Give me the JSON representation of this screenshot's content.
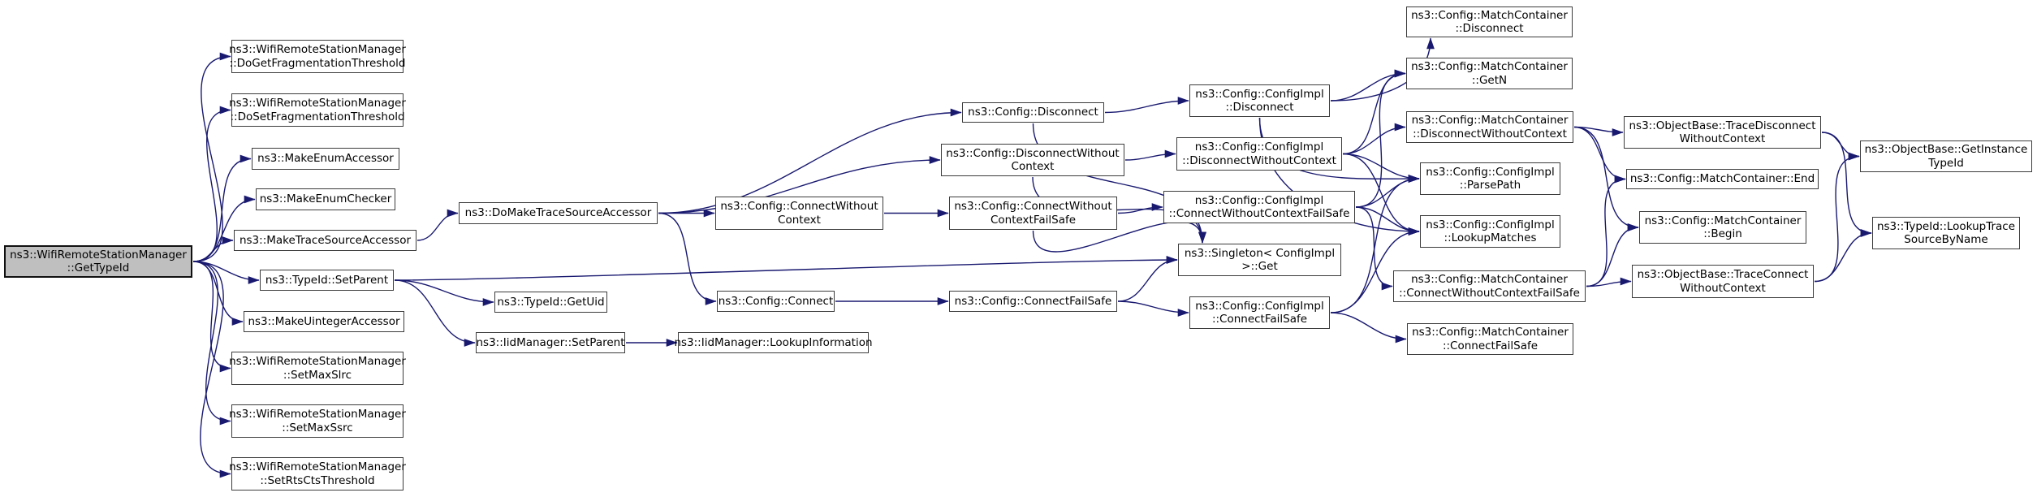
{
  "diagram": {
    "type": "doxygen-call-graph",
    "root_function": "ns3::WifiRemoteStationManager::GetTypeId",
    "colors": {
      "edge": "#191970",
      "node_fill": "#ffffff",
      "root_fill": "#bfbfbf",
      "border": "#3c3c3c"
    },
    "nodes": [
      {
        "id": "getTypeId",
        "root": true,
        "lines": [
          "ns3::WifiRemoteStationManager",
          "::GetTypeId"
        ]
      },
      {
        "id": "doGetFrag",
        "lines": [
          "ns3::WifiRemoteStationManager",
          "::DoGetFragmentationThreshold"
        ]
      },
      {
        "id": "doSetFrag",
        "lines": [
          "ns3::WifiRemoteStationManager",
          "::DoSetFragmentationThreshold"
        ]
      },
      {
        "id": "makeEnumAccessor",
        "lines": [
          "ns3::MakeEnumAccessor"
        ]
      },
      {
        "id": "makeEnumChecker",
        "lines": [
          "ns3::MakeEnumChecker"
        ]
      },
      {
        "id": "makeTraceSourceAccessor",
        "lines": [
          "ns3::MakeTraceSourceAccessor"
        ]
      },
      {
        "id": "typeIdSetParent",
        "lines": [
          "ns3::TypeId::SetParent"
        ]
      },
      {
        "id": "makeUintegerAccessor",
        "lines": [
          "ns3::MakeUintegerAccessor"
        ]
      },
      {
        "id": "setMaxSlrc",
        "lines": [
          "ns3::WifiRemoteStationManager",
          "::SetMaxSlrc"
        ]
      },
      {
        "id": "setMaxSsrc",
        "lines": [
          "ns3::WifiRemoteStationManager",
          "::SetMaxSsrc"
        ]
      },
      {
        "id": "setRtsCtsThreshold",
        "lines": [
          "ns3::WifiRemoteStationManager",
          "::SetRtsCtsThreshold"
        ]
      },
      {
        "id": "doMakeTraceSourceAccessor",
        "lines": [
          "ns3::DoMakeTraceSourceAccessor"
        ]
      },
      {
        "id": "typeIdGetUid",
        "lines": [
          "ns3::TypeId::GetUid"
        ]
      },
      {
        "id": "iidSetParent",
        "lines": [
          "ns3::IidManager::SetParent"
        ]
      },
      {
        "id": "connectWithoutContext",
        "lines": [
          "ns3::Config::ConnectWithout",
          "Context"
        ]
      },
      {
        "id": "connect",
        "lines": [
          "ns3::Config::Connect"
        ]
      },
      {
        "id": "lookupInformation",
        "lines": [
          "ns3::IidManager::LookupInformation"
        ]
      },
      {
        "id": "disconnect",
        "lines": [
          "ns3::Config::Disconnect"
        ]
      },
      {
        "id": "disconnectWithoutContext",
        "lines": [
          "ns3::Config::DisconnectWithout",
          "Context"
        ]
      },
      {
        "id": "cwcFailSafe",
        "lines": [
          "ns3::Config::ConnectWithout",
          "ContextFailSafe"
        ]
      },
      {
        "id": "connectFailSafe",
        "lines": [
          "ns3::Config::ConnectFailSafe"
        ]
      },
      {
        "id": "implDisconnect",
        "lines": [
          "ns3::Config::ConfigImpl",
          "::Disconnect"
        ]
      },
      {
        "id": "implDisconnectWC",
        "lines": [
          "ns3::Config::ConfigImpl",
          "::DisconnectWithoutContext"
        ]
      },
      {
        "id": "implCWCFailSafe",
        "lines": [
          "ns3::Config::ConfigImpl",
          "::ConnectWithoutContextFailSafe"
        ]
      },
      {
        "id": "singletonGet",
        "lines": [
          "ns3::Singleton< ConfigImpl",
          ">::Get"
        ]
      },
      {
        "id": "implConnectFailSafe",
        "lines": [
          "ns3::Config::ConfigImpl",
          "::ConnectFailSafe"
        ]
      },
      {
        "id": "mcDisconnect",
        "lines": [
          "ns3::Config::MatchContainer",
          "::Disconnect"
        ]
      },
      {
        "id": "mcGetN",
        "lines": [
          "ns3::Config::MatchContainer",
          "::GetN"
        ]
      },
      {
        "id": "mcDisconnectWC",
        "lines": [
          "ns3::Config::MatchContainer",
          "::DisconnectWithoutContext"
        ]
      },
      {
        "id": "implParsePath",
        "lines": [
          "ns3::Config::ConfigImpl",
          "::ParsePath"
        ]
      },
      {
        "id": "implLookupMatches",
        "lines": [
          "ns3::Config::ConfigImpl",
          "::LookupMatches"
        ]
      },
      {
        "id": "mcCWCFailSafe",
        "lines": [
          "ns3::Config::MatchContainer",
          "::ConnectWithoutContextFailSafe"
        ]
      },
      {
        "id": "mcConnectFailSafe",
        "lines": [
          "ns3::Config::MatchContainer",
          "::ConnectFailSafe"
        ]
      },
      {
        "id": "traceDisconnectWC",
        "lines": [
          "ns3::ObjectBase::TraceDisconnect",
          "WithoutContext"
        ]
      },
      {
        "id": "mcEnd",
        "lines": [
          "ns3::Config::MatchContainer::End"
        ]
      },
      {
        "id": "mcBegin",
        "lines": [
          "ns3::Config::MatchContainer",
          "::Begin"
        ]
      },
      {
        "id": "traceConnectWC",
        "lines": [
          "ns3::ObjectBase::TraceConnect",
          "WithoutContext"
        ]
      },
      {
        "id": "getInstanceTypeId",
        "lines": [
          "ns3::ObjectBase::GetInstance",
          "TypeId"
        ]
      },
      {
        "id": "lookupTraceSourceByName",
        "lines": [
          "ns3::TypeId::LookupTrace",
          "SourceByName"
        ]
      }
    ],
    "edges": [
      {
        "from": "getTypeId",
        "to": "doGetFrag"
      },
      {
        "from": "getTypeId",
        "to": "doSetFrag"
      },
      {
        "from": "getTypeId",
        "to": "makeEnumAccessor"
      },
      {
        "from": "getTypeId",
        "to": "makeEnumChecker"
      },
      {
        "from": "getTypeId",
        "to": "makeTraceSourceAccessor"
      },
      {
        "from": "getTypeId",
        "to": "typeIdSetParent"
      },
      {
        "from": "getTypeId",
        "to": "makeUintegerAccessor"
      },
      {
        "from": "getTypeId",
        "to": "setMaxSlrc"
      },
      {
        "from": "getTypeId",
        "to": "setMaxSsrc"
      },
      {
        "from": "getTypeId",
        "to": "setRtsCtsThreshold"
      },
      {
        "from": "makeTraceSourceAccessor",
        "to": "doMakeTraceSourceAccessor"
      },
      {
        "from": "typeIdSetParent",
        "to": "typeIdGetUid"
      },
      {
        "from": "typeIdSetParent",
        "to": "iidSetParent"
      },
      {
        "from": "typeIdSetParent",
        "to": "singletonGet"
      },
      {
        "from": "iidSetParent",
        "to": "lookupInformation"
      },
      {
        "from": "doMakeTraceSourceAccessor",
        "to": "connectWithoutContext"
      },
      {
        "from": "doMakeTraceSourceAccessor",
        "to": "connect"
      },
      {
        "from": "doMakeTraceSourceAccessor",
        "to": "disconnect"
      },
      {
        "from": "doMakeTraceSourceAccessor",
        "to": "disconnectWithoutContext"
      },
      {
        "from": "connectWithoutContext",
        "to": "cwcFailSafe"
      },
      {
        "from": "connect",
        "to": "connectFailSafe"
      },
      {
        "from": "disconnect",
        "to": "implDisconnect"
      },
      {
        "from": "disconnect",
        "to": "singletonGet"
      },
      {
        "from": "disconnectWithoutContext",
        "to": "implDisconnectWC"
      },
      {
        "from": "disconnectWithoutContext",
        "to": "singletonGet"
      },
      {
        "from": "cwcFailSafe",
        "to": "implCWCFailSafe"
      },
      {
        "from": "cwcFailSafe",
        "to": "singletonGet"
      },
      {
        "from": "connectFailSafe",
        "to": "implConnectFailSafe"
      },
      {
        "from": "connectFailSafe",
        "to": "singletonGet"
      },
      {
        "from": "implDisconnect",
        "to": "mcDisconnect"
      },
      {
        "from": "implDisconnect",
        "to": "mcGetN"
      },
      {
        "from": "implDisconnect",
        "to": "implParsePath"
      },
      {
        "from": "implDisconnect",
        "to": "implLookupMatches"
      },
      {
        "from": "implDisconnectWC",
        "to": "mcDisconnectWC"
      },
      {
        "from": "implDisconnectWC",
        "to": "mcGetN"
      },
      {
        "from": "implDisconnectWC",
        "to": "implParsePath"
      },
      {
        "from": "implDisconnectWC",
        "to": "implLookupMatches"
      },
      {
        "from": "implCWCFailSafe",
        "to": "mcCWCFailSafe"
      },
      {
        "from": "implCWCFailSafe",
        "to": "mcGetN"
      },
      {
        "from": "implCWCFailSafe",
        "to": "implParsePath"
      },
      {
        "from": "implCWCFailSafe",
        "to": "implLookupMatches"
      },
      {
        "from": "implConnectFailSafe",
        "to": "mcConnectFailSafe"
      },
      {
        "from": "implConnectFailSafe",
        "to": "implParsePath"
      },
      {
        "from": "implConnectFailSafe",
        "to": "implLookupMatches"
      },
      {
        "from": "mcDisconnectWC",
        "to": "traceDisconnectWC"
      },
      {
        "from": "mcDisconnectWC",
        "to": "mcEnd"
      },
      {
        "from": "mcDisconnectWC",
        "to": "mcBegin"
      },
      {
        "from": "mcCWCFailSafe",
        "to": "traceConnectWC"
      },
      {
        "from": "mcCWCFailSafe",
        "to": "mcEnd"
      },
      {
        "from": "mcCWCFailSafe",
        "to": "mcBegin"
      },
      {
        "from": "traceDisconnectWC",
        "to": "getInstanceTypeId"
      },
      {
        "from": "traceDisconnectWC",
        "to": "lookupTraceSourceByName"
      },
      {
        "from": "traceConnectWC",
        "to": "getInstanceTypeId"
      },
      {
        "from": "traceConnectWC",
        "to": "lookupTraceSourceByName"
      }
    ]
  }
}
